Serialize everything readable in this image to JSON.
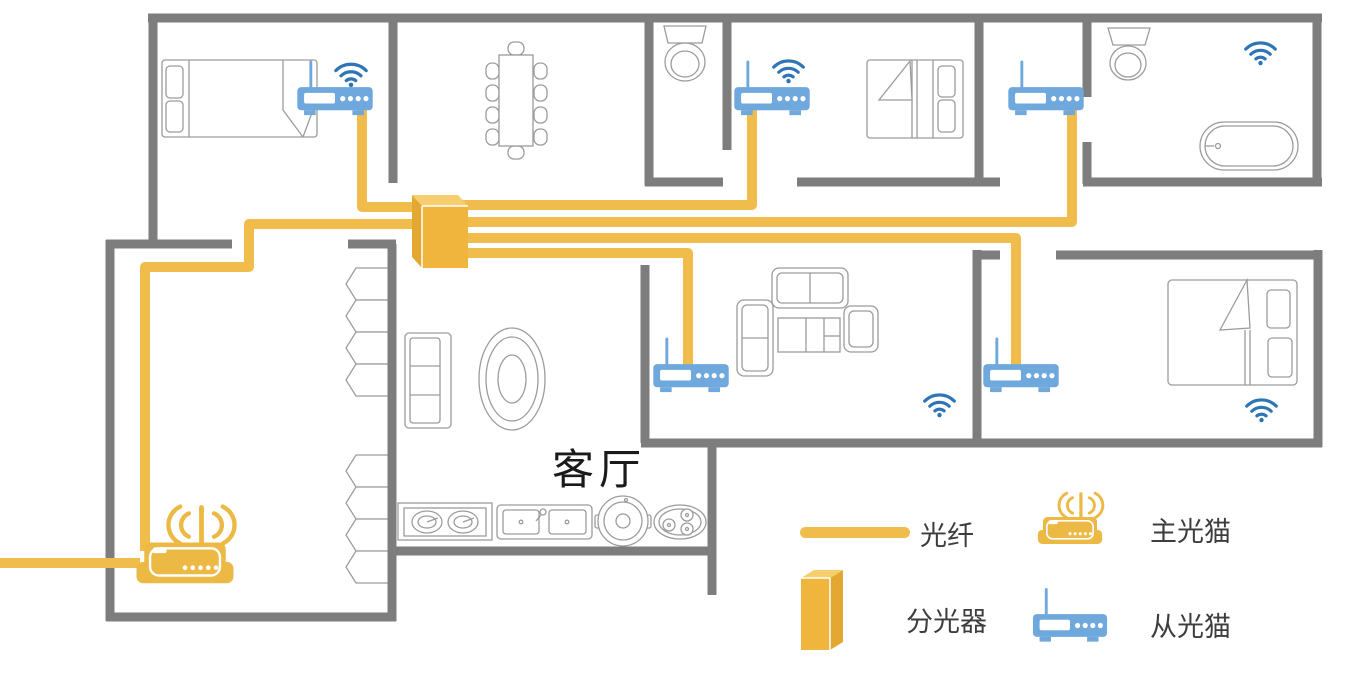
{
  "diagram": {
    "type": "home-fiber-network-floorplan",
    "labels": {
      "living_room": "客厅"
    },
    "legend": {
      "items": [
        {
          "icon": "fiber-line-icon",
          "label": "光纤"
        },
        {
          "icon": "main-modem-icon",
          "label": "主光猫"
        },
        {
          "icon": "splitter-icon",
          "label": "分光器"
        },
        {
          "icon": "slave-modem-icon",
          "label": "从光猫"
        }
      ]
    },
    "devices": {
      "main_modem_count": 1,
      "splitter_count": 1,
      "slave_modem_count": 5,
      "wifi_signal_count": 5
    },
    "colors": {
      "fiber": "#F0BC4C",
      "main_modem": "#EDB945",
      "splitter_front": "#EFB53C",
      "splitter_top": "#F6CE6E",
      "splitter_side": "#E2A832",
      "slave_modem": "#6FA8DC",
      "wifi": "#2E75B6",
      "wall": "#7D7D7D",
      "furniture_outline": "#9C9C9C",
      "text": "#3D3D3D"
    }
  }
}
